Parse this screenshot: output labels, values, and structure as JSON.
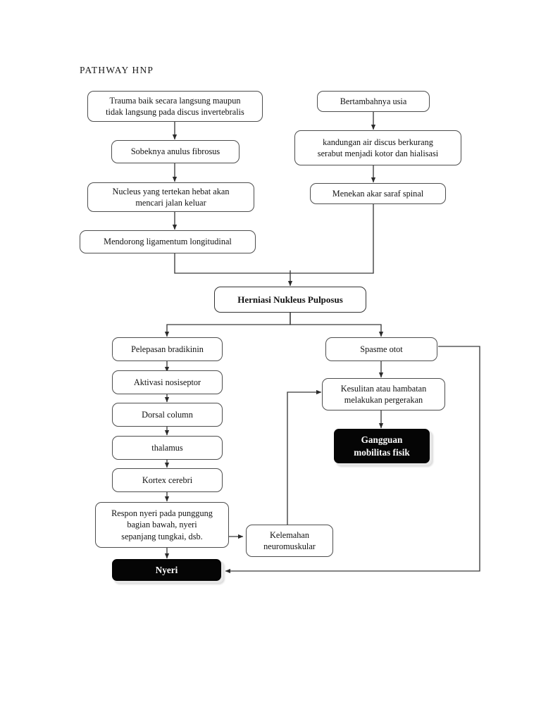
{
  "page": {
    "title": "PATHWAY  HNP",
    "background": "#ffffff",
    "line_color": "#3a3a3a",
    "node_border": "#4d4d4d",
    "dark_fill": "#050505",
    "dark_text": "#ffffff"
  },
  "diagram": {
    "type": "flowchart",
    "orientation": "top-down",
    "nodes": [
      {
        "id": "trauma",
        "label": "Trauma baik secara langsung maupun\ntidak langsung pada discus invertebralis",
        "style": "plain"
      },
      {
        "id": "sobeknya",
        "label": "Sobeknya anulus fibrosus",
        "style": "plain"
      },
      {
        "id": "nucleus",
        "label": "Nucleus yang tertekan hebat akan\nmencari jalan keluar",
        "style": "plain"
      },
      {
        "id": "mendorong",
        "label": "Mendorong ligamentum longitudinal",
        "style": "plain"
      },
      {
        "id": "usia",
        "label": "Bertambahnya usia",
        "style": "plain"
      },
      {
        "id": "kandungan",
        "label": "kandungan air discus berkurang\nserabut menjadi kotor dan hialisasi",
        "style": "plain"
      },
      {
        "id": "menekan",
        "label": "Menekan akar saraf spinal",
        "style": "plain"
      },
      {
        "id": "herniasi",
        "label": "Herniasi Nukleus Pulposus",
        "style": "bold"
      },
      {
        "id": "pelepasan",
        "label": "Pelepasan bradikinin",
        "style": "plain"
      },
      {
        "id": "aktivasi",
        "label": "Aktivasi nosiseptor",
        "style": "plain"
      },
      {
        "id": "dorsal",
        "label": "Dorsal column",
        "style": "plain"
      },
      {
        "id": "thalamus",
        "label": "thalamus",
        "style": "plain"
      },
      {
        "id": "kortex",
        "label": "Kortex cerebri",
        "style": "plain"
      },
      {
        "id": "respon",
        "label": "Respon nyeri pada punggung\nbagian bawah, nyeri\nsepanjang tungkai, dsb.",
        "style": "plain"
      },
      {
        "id": "nyeri",
        "label": "Nyeri",
        "style": "dark"
      },
      {
        "id": "spasme",
        "label": "Spasme otot",
        "style": "plain"
      },
      {
        "id": "kesulitan",
        "label": "Kesulitan atau hambatan\nmelakukan pergerakan",
        "style": "plain"
      },
      {
        "id": "gangguan",
        "label": "Gangguan\nmobilitas fisik",
        "style": "dark"
      },
      {
        "id": "kelemahan",
        "label": "Kelemahan\nneuromuskular",
        "style": "plain"
      }
    ],
    "edges": [
      {
        "from": "trauma",
        "to": "sobeknya"
      },
      {
        "from": "sobeknya",
        "to": "nucleus"
      },
      {
        "from": "nucleus",
        "to": "mendorong"
      },
      {
        "from": "mendorong",
        "to": "herniasi"
      },
      {
        "from": "usia",
        "to": "kandungan"
      },
      {
        "from": "kandungan",
        "to": "menekan"
      },
      {
        "from": "menekan",
        "to": "herniasi"
      },
      {
        "from": "herniasi",
        "to": "pelepasan"
      },
      {
        "from": "herniasi",
        "to": "spasme"
      },
      {
        "from": "pelepasan",
        "to": "aktivasi"
      },
      {
        "from": "aktivasi",
        "to": "dorsal"
      },
      {
        "from": "dorsal",
        "to": "thalamus"
      },
      {
        "from": "thalamus",
        "to": "kortex"
      },
      {
        "from": "kortex",
        "to": "respon"
      },
      {
        "from": "respon",
        "to": "nyeri"
      },
      {
        "from": "respon",
        "to": "kelemahan"
      },
      {
        "from": "spasme",
        "to": "kesulitan"
      },
      {
        "from": "spasme",
        "to": "nyeri"
      },
      {
        "from": "kesulitan",
        "to": "gangguan"
      },
      {
        "from": "kelemahan",
        "to": "kesulitan"
      }
    ]
  }
}
